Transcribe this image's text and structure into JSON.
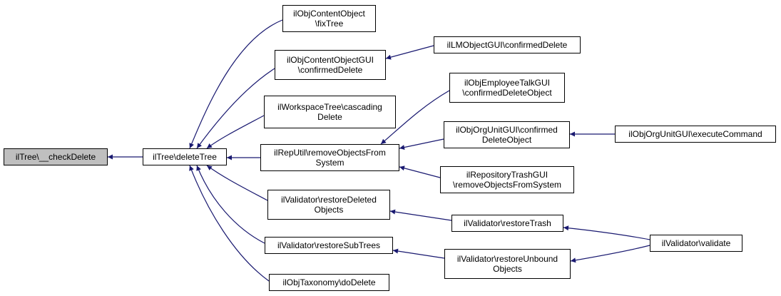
{
  "colors": {
    "edge": "#191970",
    "root_fill": "#bfbfbf",
    "node_fill": "#ffffff",
    "border": "#000000"
  },
  "nodes": {
    "check_delete": {
      "lines": [
        "ilTree\\__checkDelete"
      ]
    },
    "delete_tree": {
      "lines": [
        "ilTree\\deleteTree"
      ]
    },
    "fix_tree": {
      "lines": [
        "ilObjContentObject",
        "\\fixTree"
      ]
    },
    "content_gui_delete": {
      "lines": [
        "ilObjContentObjectGUI",
        "\\confirmedDelete"
      ]
    },
    "lm_object_gui_delete": {
      "lines": [
        "ilLMObjectGUI\\confirmedDelete"
      ]
    },
    "workspace_cascading": {
      "lines": [
        "ilWorkspaceTree\\cascading",
        "Delete"
      ]
    },
    "rep_util_remove": {
      "lines": [
        "ilRepUtil\\removeObjectsFrom",
        "System"
      ]
    },
    "employee_talk_delete": {
      "lines": [
        "ilObjEmployeeTalkGUI",
        "\\confirmedDeleteObject"
      ]
    },
    "orgunit_confirmed": {
      "lines": [
        "ilObjOrgUnitGUI\\confirmed",
        "DeleteObject"
      ]
    },
    "orgunit_execute": {
      "lines": [
        "ilObjOrgUnitGUI\\executeCommand"
      ]
    },
    "trash_gui_remove": {
      "lines": [
        "ilRepositoryTrashGUI",
        "\\removeObjectsFromSystem"
      ]
    },
    "validator_restore_deleted": {
      "lines": [
        "ilValidator\\restoreDeleted",
        "Objects"
      ]
    },
    "validator_restore_trash": {
      "lines": [
        "ilValidator\\restoreTrash"
      ]
    },
    "validator_validate": {
      "lines": [
        "ilValidator\\validate"
      ]
    },
    "validator_restore_subtrees": {
      "lines": [
        "ilValidator\\restoreSubTrees"
      ]
    },
    "validator_restore_unbound": {
      "lines": [
        "ilValidator\\restoreUnbound",
        "Objects"
      ]
    },
    "taxonomy_do_delete": {
      "lines": [
        "ilObjTaxonomy\\doDelete"
      ]
    }
  },
  "edges": [
    {
      "from": "delete_tree",
      "to": "check_delete"
    },
    {
      "from": "fix_tree",
      "to": "delete_tree"
    },
    {
      "from": "content_gui_delete",
      "to": "delete_tree"
    },
    {
      "from": "workspace_cascading",
      "to": "delete_tree"
    },
    {
      "from": "rep_util_remove",
      "to": "delete_tree"
    },
    {
      "from": "validator_restore_deleted",
      "to": "delete_tree"
    },
    {
      "from": "validator_restore_subtrees",
      "to": "delete_tree"
    },
    {
      "from": "taxonomy_do_delete",
      "to": "delete_tree"
    },
    {
      "from": "lm_object_gui_delete",
      "to": "content_gui_delete"
    },
    {
      "from": "employee_talk_delete",
      "to": "rep_util_remove"
    },
    {
      "from": "orgunit_confirmed",
      "to": "rep_util_remove"
    },
    {
      "from": "trash_gui_remove",
      "to": "rep_util_remove"
    },
    {
      "from": "orgunit_execute",
      "to": "orgunit_confirmed"
    },
    {
      "from": "validator_restore_trash",
      "to": "validator_restore_deleted"
    },
    {
      "from": "validator_restore_unbound",
      "to": "validator_restore_subtrees"
    },
    {
      "from": "validator_validate",
      "to": "validator_restore_trash"
    },
    {
      "from": "validator_validate",
      "to": "validator_restore_unbound"
    }
  ]
}
